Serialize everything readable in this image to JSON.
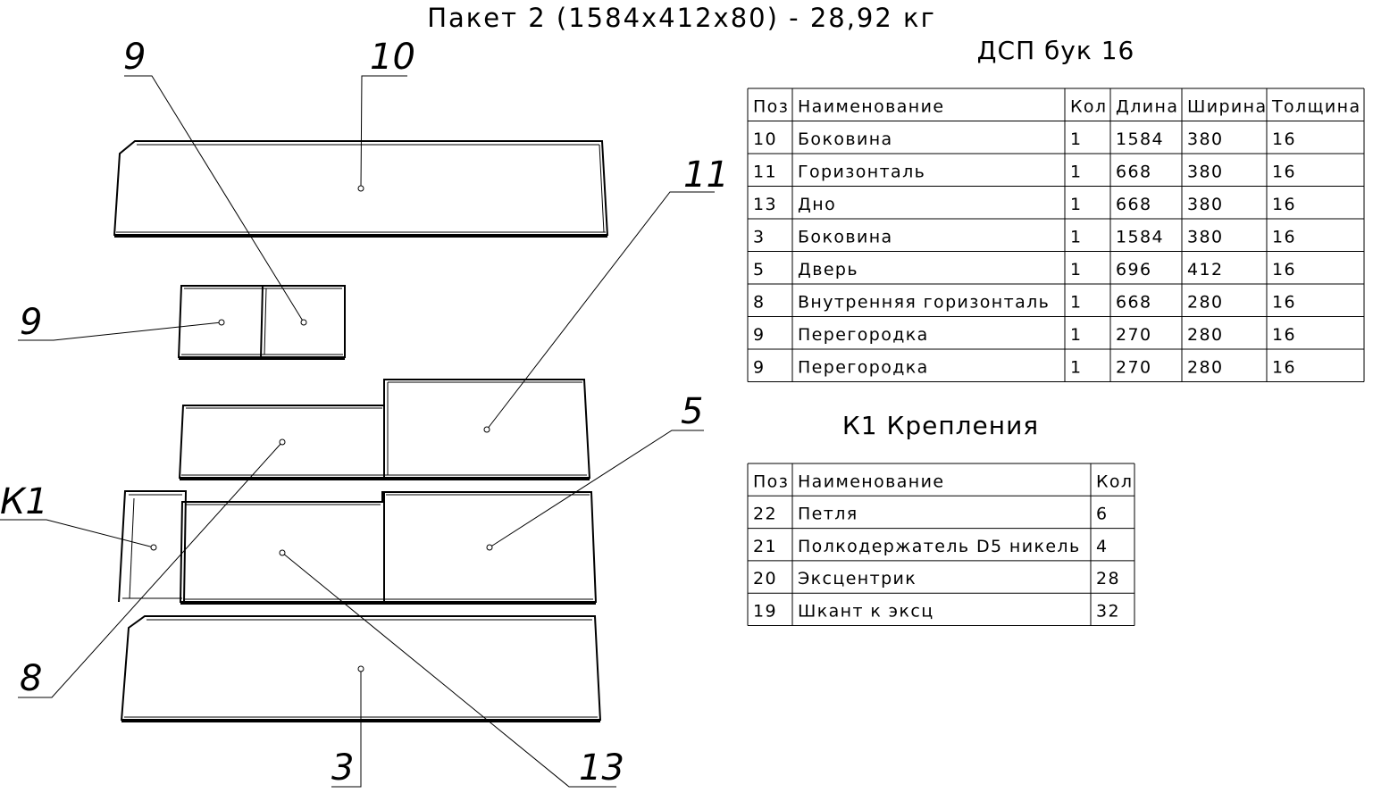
{
  "title": "Пакет 2 (1584x412x80) - 28,92 кг",
  "material_table": {
    "title": "ДСП бук 16",
    "headers": [
      "Поз",
      "Наименование",
      "Кол",
      "Длина",
      "Ширина",
      "Толщина"
    ],
    "rows": [
      [
        "10",
        "Боковина",
        "1",
        "1584",
        "380",
        "16"
      ],
      [
        "11",
        "Горизонталь",
        "1",
        "668",
        "380",
        "16"
      ],
      [
        "13",
        "Дно",
        "1",
        "668",
        "380",
        "16"
      ],
      [
        "3",
        "Боковина",
        "1",
        "1584",
        "380",
        "16"
      ],
      [
        "5",
        "Дверь",
        "1",
        "696",
        "412",
        "16"
      ],
      [
        "8",
        "Внутренняя горизонталь",
        "1",
        "668",
        "280",
        "16"
      ],
      [
        "9",
        "Перегородка",
        "1",
        "270",
        "280",
        "16"
      ],
      [
        "9",
        "Перегородка",
        "1",
        "270",
        "280",
        "16"
      ]
    ]
  },
  "fittings_table": {
    "title": "К1 Крепления",
    "headers": [
      "Поз",
      "Наименование",
      "Кол"
    ],
    "rows": [
      [
        "22",
        "Петля",
        "6"
      ],
      [
        "21",
        "Полкодержатель D5 никель",
        "4"
      ],
      [
        "20",
        "Эксцентрик",
        "28"
      ],
      [
        "19",
        "Шкант к эксц",
        "32"
      ]
    ]
  },
  "callouts": {
    "p9_top": "9",
    "p10": "10",
    "p11": "11",
    "p9_left": "9",
    "p5": "5",
    "pK1": "К1",
    "p8": "8",
    "p3": "3",
    "p13": "13"
  }
}
